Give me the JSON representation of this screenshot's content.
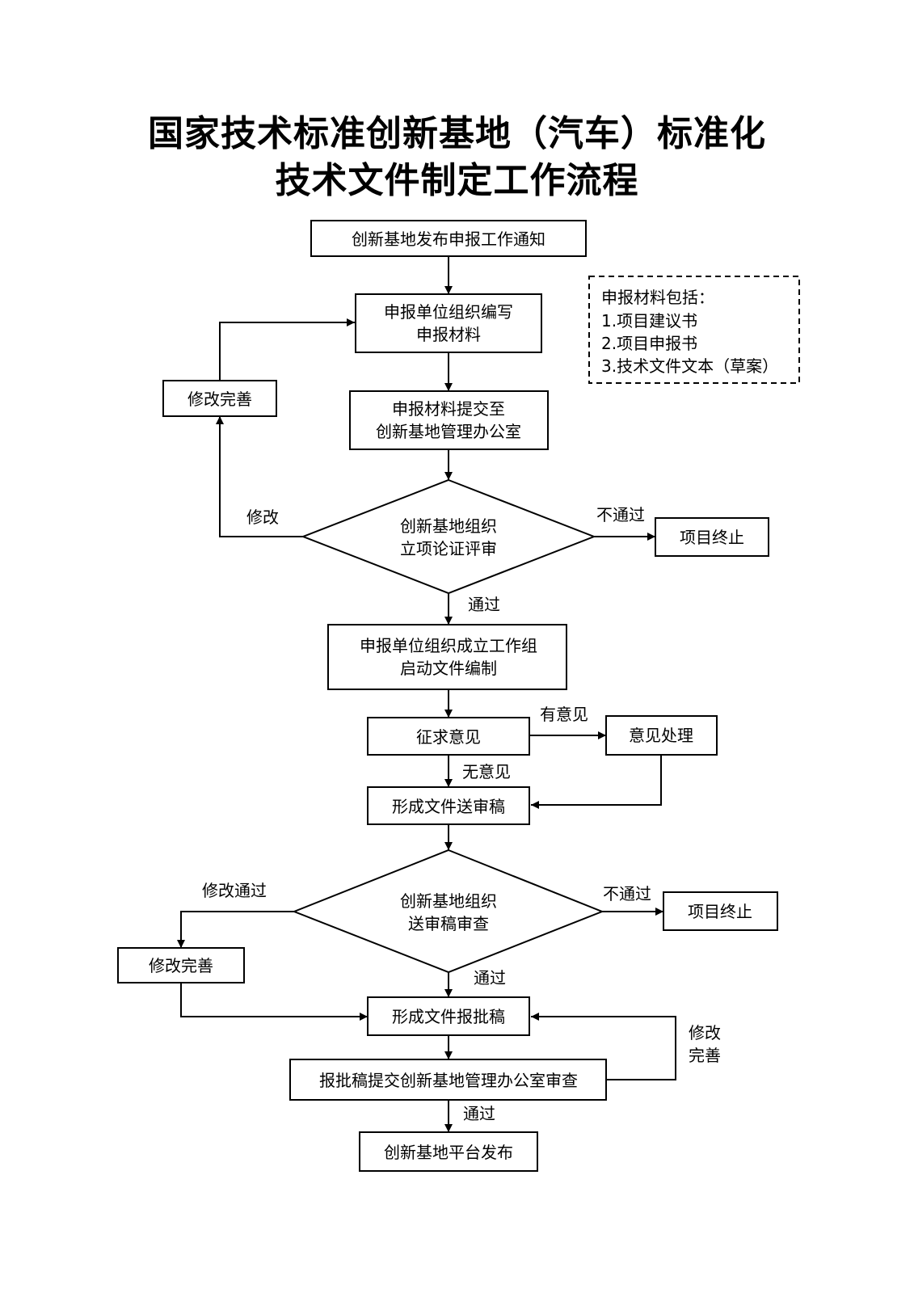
{
  "title": {
    "line1": "国家技术标准创新基地（汽车）标准化",
    "line2": "技术文件制定工作流程"
  },
  "nodes": {
    "notice": "创新基地发布申报工作通知",
    "prepare": [
      "申报单位组织编写",
      "申报材料"
    ],
    "submit": [
      "申报材料提交至",
      "创新基地管理办公室"
    ],
    "review1": [
      "创新基地组织",
      "立项论证评审"
    ],
    "stop1": "项目终止",
    "revise1": "修改完善",
    "workgroup": [
      "申报单位组织成立工作组",
      "启动文件编制"
    ],
    "comments": "征求意见",
    "handle": "意见处理",
    "draft": "形成文件送审稿",
    "review2": [
      "创新基地组织",
      "送审稿审查"
    ],
    "stop2": "项目终止",
    "revise2": "修改完善",
    "approval": "形成文件报批稿",
    "office_review": "报批稿提交创新基地管理办公室审查",
    "publish": "创新基地平台发布"
  },
  "note": {
    "heading": "申报材料包括：",
    "items": [
      "1.项目建议书",
      "2.项目申报书",
      "3.技术文件文本（草案）"
    ]
  },
  "edge_labels": {
    "modify": "修改",
    "fail1": "不通过",
    "pass1": "通过",
    "has_comments": "有意见",
    "no_comments": "无意见",
    "modify_pass": "修改通过",
    "fail2": "不通过",
    "pass2": "通过",
    "revise3": [
      "修改",
      "完善"
    ],
    "pass3": "通过"
  }
}
